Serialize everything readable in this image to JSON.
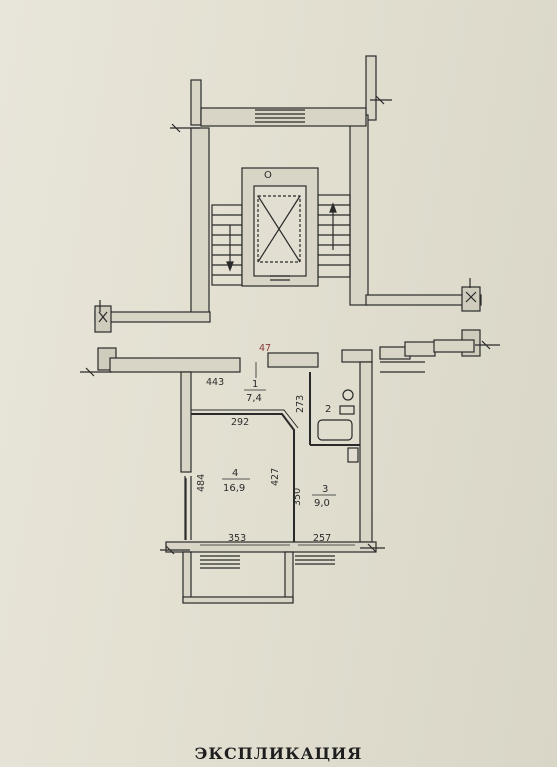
{
  "plan": {
    "floor_marker": "47",
    "dimensions": {
      "hall_width": "443",
      "hall_height": "273",
      "hall_lower_width": "292",
      "room4_height": "484",
      "mid_wall_height": "427",
      "room3_height": "350",
      "room4_width": "353",
      "room3_width": "257"
    },
    "rooms": [
      {
        "number": "1",
        "area": "7,4"
      },
      {
        "number": "2",
        "area": ""
      },
      {
        "number": "3",
        "area": "9,0"
      },
      {
        "number": "4",
        "area": "16,9"
      }
    ],
    "elevator_marker": "O"
  },
  "heading": "ЭКСПЛИКАЦИЯ"
}
